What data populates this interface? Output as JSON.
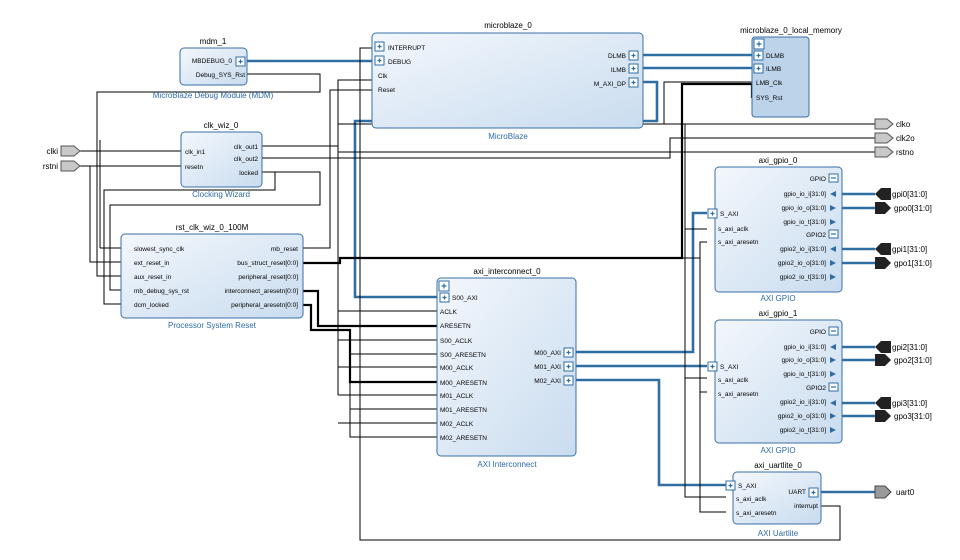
{
  "blocks": {
    "mdm": {
      "name": "mdm_1",
      "sub": "MicroBlaze Debug Module (MDM)",
      "pins": [
        "MBDEBUG_0",
        "Debug_SYS_Rst"
      ]
    },
    "microblaze": {
      "name": "microblaze_0",
      "sub": "MicroBlaze",
      "left_pins": [
        "INTERRUPT",
        "DEBUG",
        "Clk",
        "Reset"
      ],
      "right_pins": [
        "DLMB",
        "ILMB",
        "M_AXI_DP"
      ]
    },
    "local_memory": {
      "name": "microblaze_0_local_memory",
      "pins": [
        "DLMB",
        "ILMB",
        "LMB_Clk",
        "SYS_Rst"
      ]
    },
    "clk_wiz": {
      "name": "clk_wiz_0",
      "sub": "Clocking Wizard",
      "left_pins": [
        "clk_in1",
        "resetn"
      ],
      "right_pins": [
        "clk_out1",
        "clk_out2",
        "locked"
      ]
    },
    "rst": {
      "name": "rst_clk_wiz_0_100M",
      "sub": "Processor System Reset",
      "left_pins": [
        "slowest_sync_clk",
        "ext_reset_in",
        "aux_reset_in",
        "mb_debug_sys_rst",
        "dcm_locked"
      ],
      "right_pins": [
        "mb_reset",
        "bus_struct_reset[0:0]",
        "peripheral_reset[0:0]",
        "interconnect_aresetn[0:0]",
        "peripheral_aresetn[0:0]"
      ]
    },
    "interconnect": {
      "name": "axi_interconnect_0",
      "sub": "AXI Interconnect",
      "left_pins": [
        "S00_AXI",
        "ACLK",
        "ARESETN",
        "S00_ACLK",
        "S00_ARESETN",
        "M00_ACLK",
        "M00_ARESETN",
        "M01_ACLK",
        "M01_ARESETN",
        "M02_ACLK",
        "M02_ARESETN"
      ],
      "right_pins": [
        "M00_AXI",
        "M01_AXI",
        "M02_AXI"
      ]
    },
    "gpio0": {
      "name": "axi_gpio_0",
      "sub": "AXI GPIO",
      "left_pins": [
        "S_AXI",
        "s_axi_aclk",
        "s_axi_aresetn"
      ],
      "right_pins": [
        "GPIO",
        "gpio_io_i[31:0]",
        "gpio_io_o[31:0]",
        "gpio_io_t[31:0]",
        "GPIO2",
        "gpio2_io_i[31:0]",
        "gpio2_io_o[31:0]",
        "gpio2_io_t[31:0]"
      ]
    },
    "gpio1": {
      "name": "axi_gpio_1",
      "sub": "AXI GPIO",
      "left_pins": [
        "S_AXI",
        "s_axi_aclk",
        "s_axi_aresetn"
      ],
      "right_pins": [
        "GPIO",
        "gpio_io_i[31:0]",
        "gpio_io_o[31:0]",
        "gpio_io_t[31:0]",
        "GPIO2",
        "gpio2_io_i[31:0]",
        "gpio2_io_o[31:0]",
        "gpio2_io_t[31:0]"
      ]
    },
    "uart": {
      "name": "axi_uartlite_0",
      "sub": "AXI Uartlite",
      "left_pins": [
        "S_AXI",
        "s_axi_aclk",
        "s_axi_aresetn"
      ],
      "right_pins": [
        "UART",
        "interrupt"
      ]
    }
  },
  "ports": {
    "inputs": [
      "clki",
      "rstni"
    ],
    "outputs_top": [
      "clko",
      "clk2o",
      "rstno"
    ],
    "gpio0_ports": [
      "gpi0[31:0]",
      "gpo0[31:0]",
      "gpi1[31:0]",
      "gpo1[31:0]"
    ],
    "gpio1_ports": [
      "gpi2[31:0]",
      "gpo2[31:0]",
      "gpi3[31:0]",
      "gpo3[31:0]"
    ],
    "uart_port": "uart0"
  },
  "colors": {
    "block_fill": "#dbe7f4",
    "block_border": "#3a6fa8",
    "bus": "#2f6ea3",
    "subtitle": "#2e6ba8"
  }
}
